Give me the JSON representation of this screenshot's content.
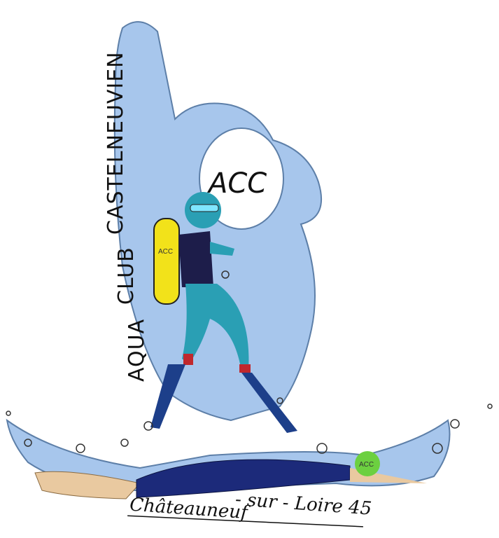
{
  "logo": {
    "center_badge": "ACC",
    "club_name_words": [
      "AQUA",
      "CLUB",
      "CASTELNEUVIEN"
    ],
    "tank_label": "ACC",
    "cap_label": "ACC",
    "city_parts": [
      "Châteauneuf",
      "- sur -",
      "Loire 45"
    ]
  },
  "colors": {
    "hand": "#a7c6ec",
    "water": "#a7c6ec",
    "wetsuit": "#2a9fb4",
    "vest": "#1d1d4a",
    "tank": "#f2e21a",
    "swimmer_suit": "#1c2a7a",
    "skin": "#e9c9a0"
  }
}
